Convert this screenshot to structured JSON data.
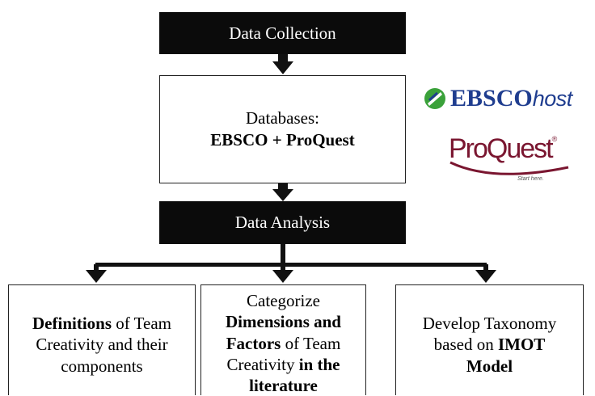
{
  "steps": {
    "collection": "Data Collection",
    "databases": {
      "line1": "Databases:",
      "line2": "EBSCO + ProQuest"
    },
    "analysis": "Data Analysis"
  },
  "branches": {
    "definitions": {
      "bold": "Definitions",
      "rest1": " of Team",
      "line2": "Creativity and their",
      "line3": "components"
    },
    "categorize": {
      "line1": "Categorize",
      "line2": "Dimensions and",
      "line3_bold": "Factors",
      "line3_rest": " of Team",
      "line4_plain": "Creativity ",
      "line4_bold": "in the",
      "line5": "literature"
    },
    "taxonomy": {
      "line1": "Develop Taxonomy",
      "line2_plain": "based on ",
      "line2_bold": "IMOT",
      "line3": "Model"
    }
  },
  "logos": {
    "ebsco_strong": "EBSCO",
    "ebsco_thin": "host",
    "proquest": "ProQuest",
    "proquest_reg": "®",
    "proquest_tag": "Start here."
  },
  "colors": {
    "ebsco_blue": "#1f3d8f",
    "ebsco_green": "#3aa13a",
    "proquest_red": "#7a1630",
    "box_fill": "#0b0b0b"
  }
}
